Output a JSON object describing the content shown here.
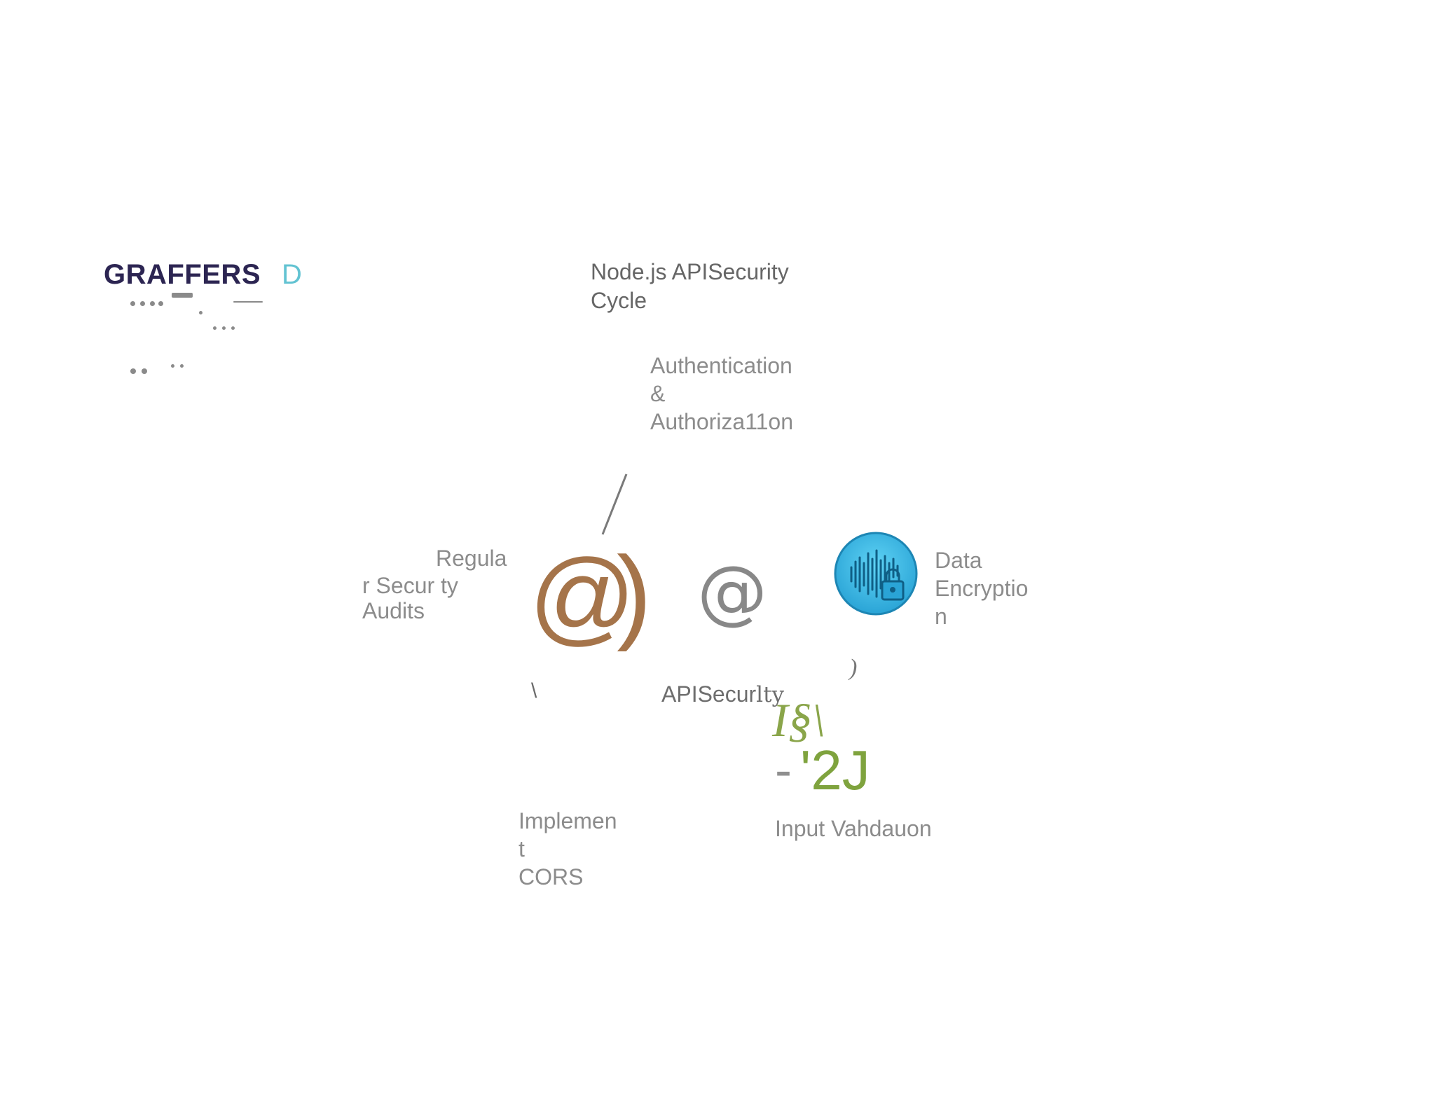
{
  "logo": {
    "wordmark": "GRAFFERS",
    "mark": "D"
  },
  "diagram": {
    "title": "Node.js APISecurity\nCycle",
    "center": {
      "prefix": "APISecur",
      "suffix": "lty"
    },
    "steps": {
      "authentication": "Authentication\n&\nAuthoriza11on",
      "encryption": "Data\nEncryptio\nn",
      "validation": "Input Vahdauon",
      "cors": "Implemen\nt\nCORS",
      "audits_line1": "Regula",
      "audits_line2": "r Secur ty",
      "audits_line3": "Audits"
    },
    "glyphs": {
      "at_big": "@",
      "paren_big": ")",
      "at_small": "@",
      "validation_top": "I§\\",
      "validation_dash": "-",
      "validation_code": "'2J",
      "backslash": "\\",
      "paren_small": ")"
    },
    "icons": {
      "encryption": "sound-wave-lock-icon",
      "connector": "diagonal-line"
    },
    "colors": {
      "logo_text": "#2c2552",
      "logo_mark": "#62c3d2",
      "brown_accent": "#a5744a",
      "green_accent": "#7fa33e",
      "blue_icon": "#3fbde8"
    }
  }
}
